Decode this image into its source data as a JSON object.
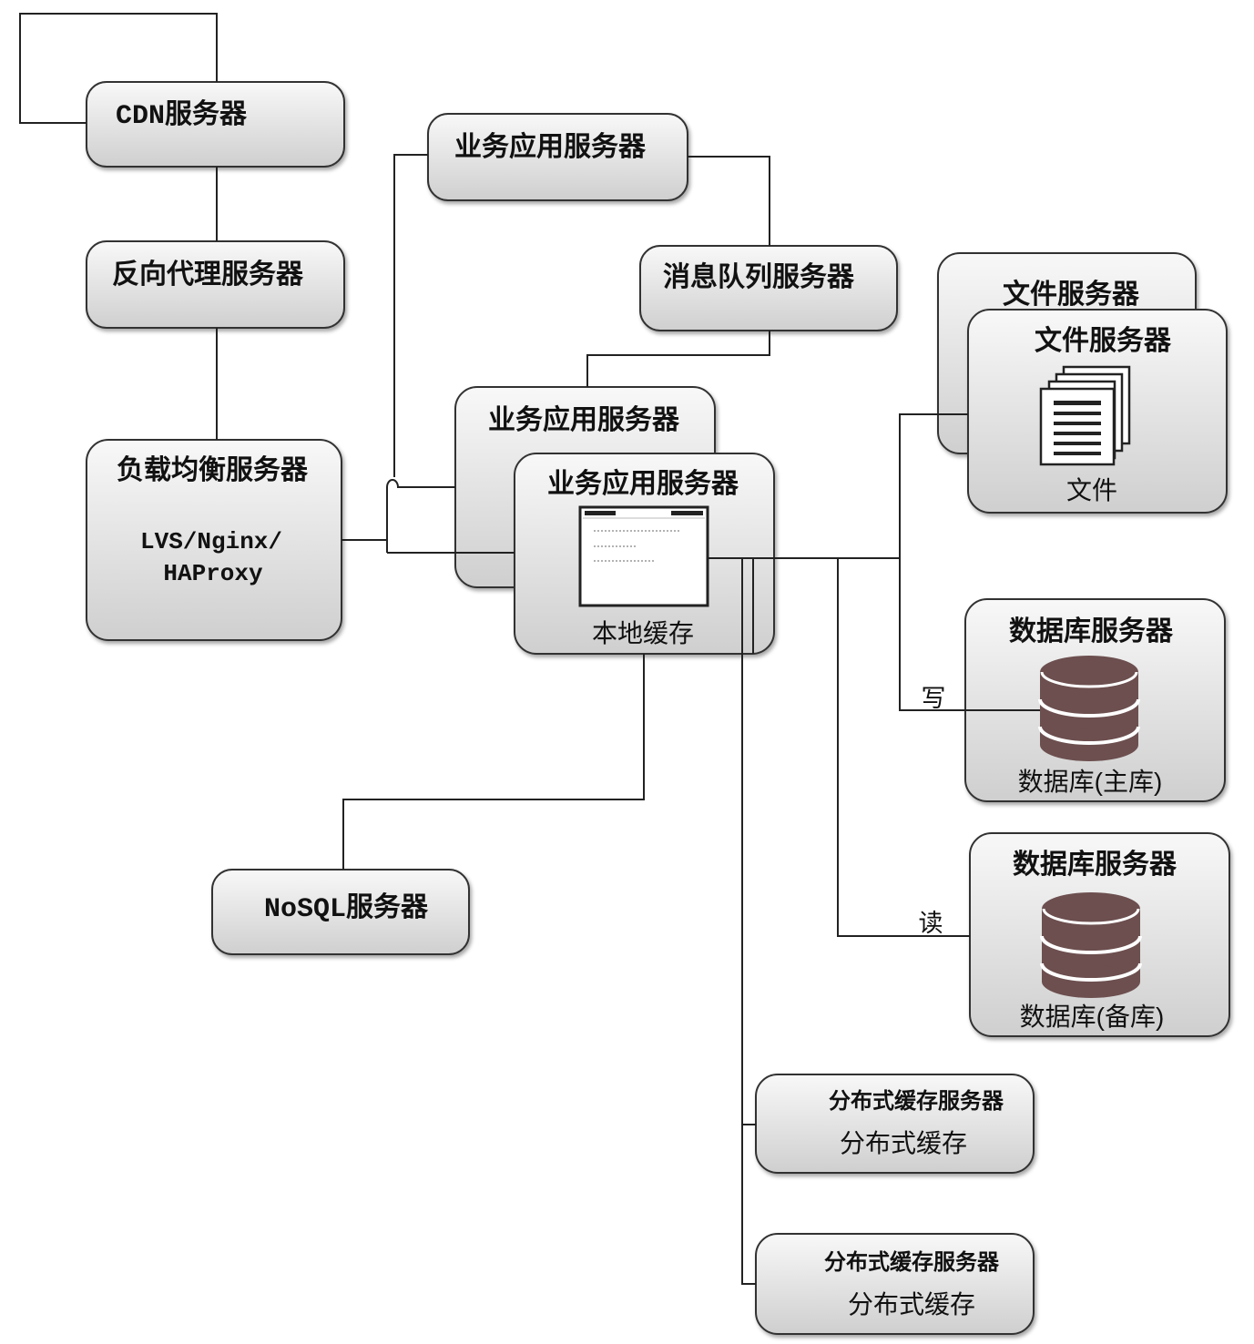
{
  "colors": {
    "box_fill_light": "#f8f8f8",
    "box_fill_dark": "#cfcfcf",
    "box_border": "#333333",
    "connector": "#222222",
    "database": "#6d4f4f",
    "text": "#111111"
  },
  "icons": {
    "local_cache": "window-icon",
    "files": "document-stack-icon",
    "database": "database-icon"
  },
  "cdn_server": {
    "title": "CDN服务器"
  },
  "reverse_proxy_server": {
    "title": "反向代理服务器"
  },
  "load_balancer_server": {
    "title": "负载均衡服务器",
    "software_line1": "LVS/Nginx/",
    "software_line2": "HAProxy"
  },
  "app_server_top": {
    "title": "业务应用服务器"
  },
  "message_queue_server": {
    "title": "消息队列服务器"
  },
  "app_server_back": {
    "title": "业务应用服务器"
  },
  "app_server_front": {
    "title": "业务应用服务器",
    "caption": "本地缓存"
  },
  "file_server_back": {
    "title": "文件服务器"
  },
  "file_server_front": {
    "title": "文件服务器",
    "caption": "文件"
  },
  "db_server_master": {
    "title": "数据库服务器",
    "caption": "数据库(主库)"
  },
  "db_server_slave": {
    "title": "数据库服务器",
    "caption": "数据库(备库)"
  },
  "nosql_server": {
    "title": "NoSQL服务器"
  },
  "distributed_cache_server_1": {
    "title": "分布式缓存服务器",
    "caption": "分布式缓存"
  },
  "distributed_cache_server_2": {
    "title": "分布式缓存服务器",
    "caption": "分布式缓存"
  },
  "edge_labels": {
    "write": "写",
    "read": "读"
  }
}
